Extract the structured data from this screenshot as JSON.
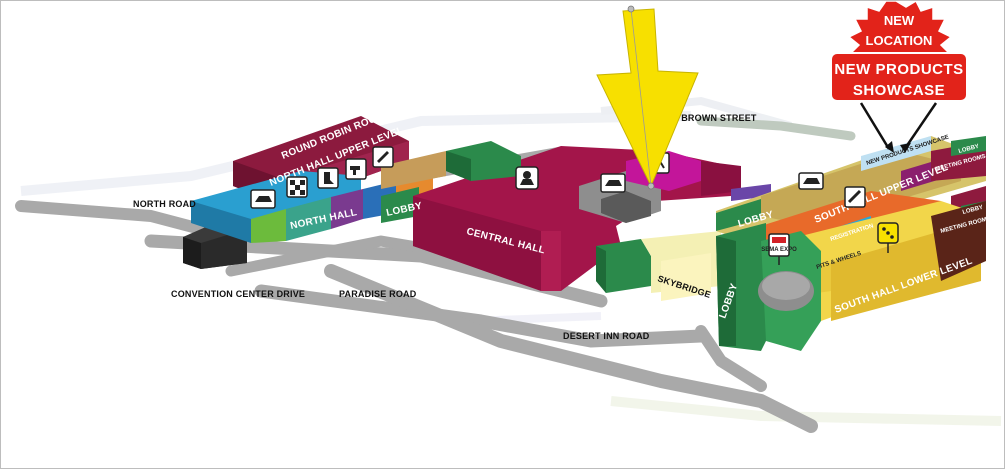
{
  "roads": {
    "north_road": "NORTH ROAD",
    "convention_center_drive": "CONVENTION CENTER DRIVE",
    "paradise_road": "PARADISE ROAD",
    "desert_inn_road": "DESERT INN ROAD",
    "brown_street": "L BROWN STREET"
  },
  "halls": {
    "north_hall": "NORTH HALL",
    "north_hall_upper": "NORTH HALL UPPER LEVEL",
    "north_hall_top": "ROUND ROBIN ROOM",
    "central_hall": "CENTRAL HALL",
    "skybridge": "SKYBRIDGE",
    "south_hall_lower": "SOUTH HALL LOWER LEVEL",
    "south_hall_upper": "SOUTH HALL UPPER LEVEL",
    "lobby_north": "LOBBY",
    "lobby_south_top": "LOBBY",
    "lobby_south_bottom": "LOBBY",
    "lobby_far_right_top": "LOBBY",
    "lobby_far_right_mid": "LOBBY",
    "registration": "REGISTRATION",
    "pits_wheels": "PITS & WHEELS",
    "new_products_small": "NEW PRODUCTS SHOWCASE",
    "meeting_rooms": "MEETING ROOMS",
    "meeting_rooms_lower": "MEETING ROOMS",
    "sema_expo": "SEMA EXPO"
  },
  "badge": {
    "line1": "NEW",
    "line2": "LOCATION",
    "line3": "NEW PRODUCTS",
    "line4": "SHOWCASE",
    "color": "#e2231a"
  },
  "colors": {
    "road": "#a9a9a9",
    "central_hall": "#a3154a",
    "north_upper": "#8c1a3e",
    "green": "#2b8a4b",
    "arrow": "#f7e000"
  },
  "icons": [
    "car-icon",
    "checkered-flag-icon",
    "seat-icon",
    "spray-gun-icon",
    "tools-icon",
    "racer-icon",
    "wheel-icon",
    "truck-icon",
    "expo-icon",
    "dice-icon"
  ]
}
